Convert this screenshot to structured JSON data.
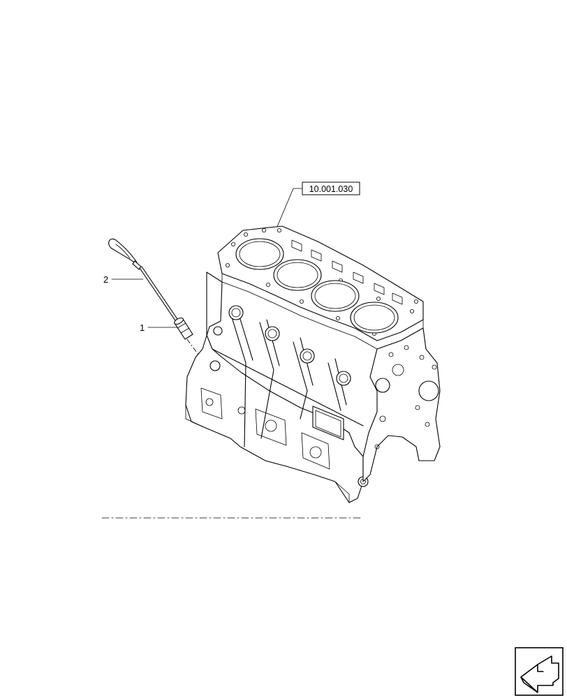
{
  "diagram": {
    "reference_label": "10.001.030",
    "callouts": [
      {
        "number": "1"
      },
      {
        "number": "2"
      }
    ]
  },
  "icons": {
    "corner": "next-page-arrow-icon"
  }
}
